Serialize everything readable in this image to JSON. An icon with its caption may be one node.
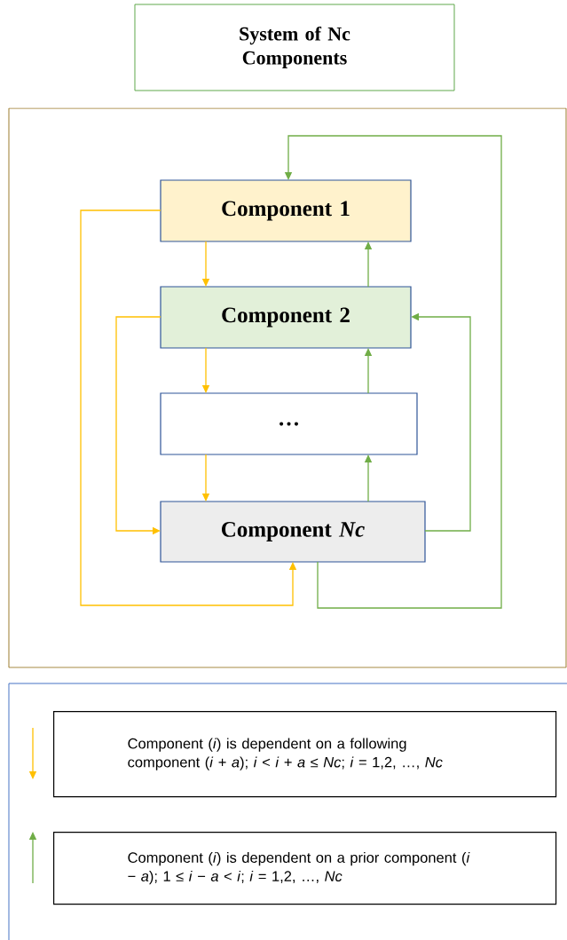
{
  "diagram": {
    "nodes": [
      {
        "text": [
          "System of Nc Components"
        ]
      },
      {
        "text": [],
        "shape": "box"
      },
      {
        "text": [
          "Component 1"
        ],
        "in": 1
      },
      {
        "text": [
          "Component 2"
        ],
        "in": 1
      },
      {
        "text": [
          "…"
        ],
        "in": 1
      },
      {
        "text": [
          "Component *Nc*"
        ],
        "in": 1
      }
    ],
    "edges": [
      {
        "from": 2,
        "to": 3,
        "arrow": "to",
        "color": "#ffc000"
      },
      {
        "from": 3,
        "to": 4,
        "arrow": "to",
        "color": "#ffc000"
      },
      {
        "from": 4,
        "to": 5,
        "arrow": "to",
        "color": "#ffc000"
      },
      {
        "from": 3,
        "to": 5,
        "arrow": "to",
        "color": "#ffc000"
      },
      {
        "from": 2,
        "to": 5,
        "arrow": "to",
        "color": "#ffc000"
      },
      {
        "from": 5,
        "to": 4,
        "arrow": "to",
        "color": "#70ad47"
      },
      {
        "from": 4,
        "to": 3,
        "arrow": "to",
        "color": "#70ad47"
      },
      {
        "from": 3,
        "to": 2,
        "arrow": "to",
        "color": "#70ad47"
      },
      {
        "from": 5,
        "to": 3,
        "arrow": "to",
        "color": "#70ad47"
      },
      {
        "from": 5,
        "to": 2,
        "arrow": "to",
        "color": "#70ad47"
      }
    ],
    "legend": [
      {
        "text": "Component (*i*) is dependent on a following component (*i* + *a*); *i* < *i* + *a* ≤ *Nc*; *i* = 1,2, …, *Nc*"
      },
      {
        "text": "Component (*i*) is dependent on a prior component (*i* − *a*); 1 ≤ *i* − *a* < *i*; *i* = 1,2, …, *Nc*"
      }
    ]
  }
}
